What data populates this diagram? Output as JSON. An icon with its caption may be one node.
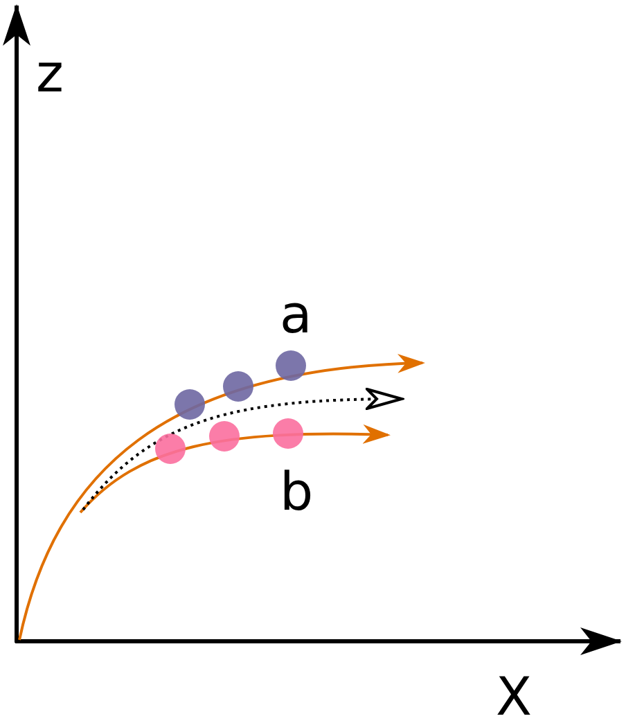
{
  "diagram": {
    "labels": [
      "z",
      "a",
      "b",
      "X"
    ]
  }
}
